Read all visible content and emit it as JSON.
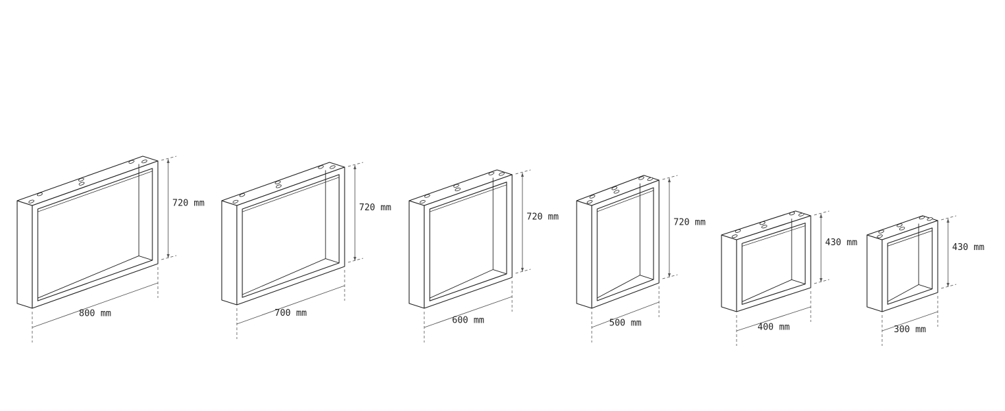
{
  "title": "Table leg frame sizes",
  "colors": {
    "line": "#222222",
    "dim": "#555555"
  },
  "frames": [
    {
      "width_label": "800 mm",
      "height_label": "720 mm"
    },
    {
      "width_label": "700 mm",
      "height_label": "720 mm"
    },
    {
      "width_label": "600 mm",
      "height_label": "720 mm"
    },
    {
      "width_label": "500 mm",
      "height_label": "720 mm"
    },
    {
      "width_label": "400 mm",
      "height_label": "430 mm"
    },
    {
      "width_label": "300 mm",
      "height_label": "430 mm"
    }
  ]
}
